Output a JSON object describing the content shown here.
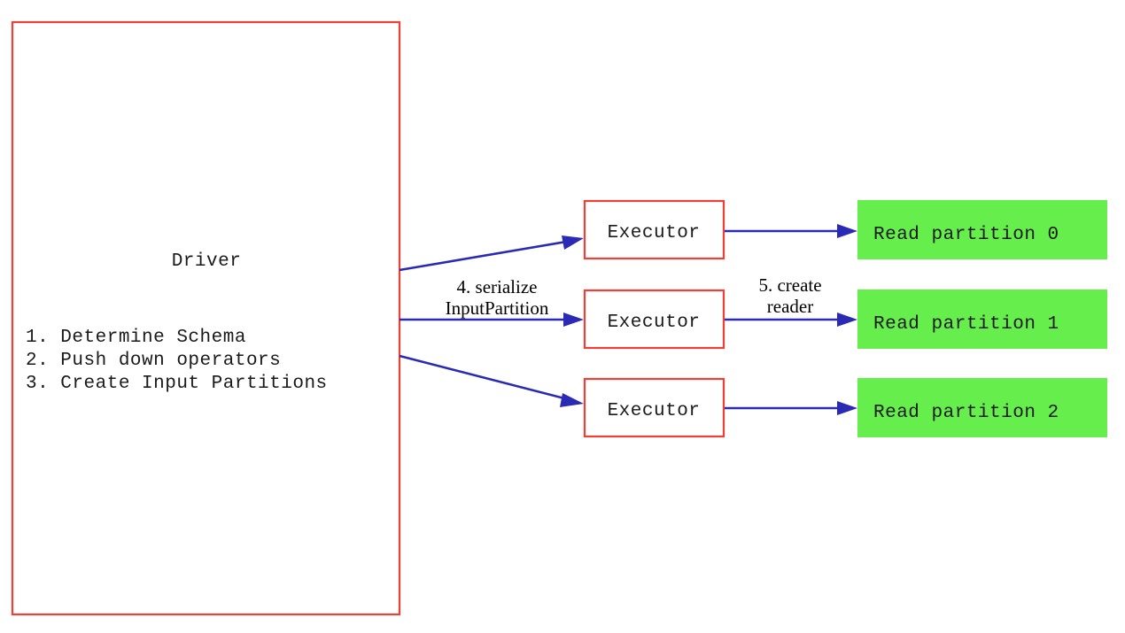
{
  "diagram": {
    "title_semantic": "spark-datasource-v2-read-flow",
    "colors": {
      "box_border_red": "#ee4036",
      "box_fill_white": "#ffffff",
      "partition_fill_green": "#66ee4d",
      "arrow_blue": "#2a2ab5",
      "text_black": "#1a1a1a",
      "background": "#ffffff"
    },
    "driver": {
      "title": "Driver",
      "steps": [
        "1. Determine Schema",
        "2. Push down operators",
        "3. Create Input Partitions"
      ]
    },
    "executors": [
      {
        "label": "Executor"
      },
      {
        "label": "Executor"
      },
      {
        "label": "Executor"
      }
    ],
    "partitions": [
      {
        "label": "Read partition 0"
      },
      {
        "label": "Read partition 1"
      },
      {
        "label": "Read partition 2"
      }
    ],
    "edge_labels": {
      "driver_to_executor": {
        "line1": "4. serialize",
        "line2": "InputPartition"
      },
      "executor_to_partition": {
        "line1": "5. create",
        "line2": "reader"
      }
    }
  }
}
